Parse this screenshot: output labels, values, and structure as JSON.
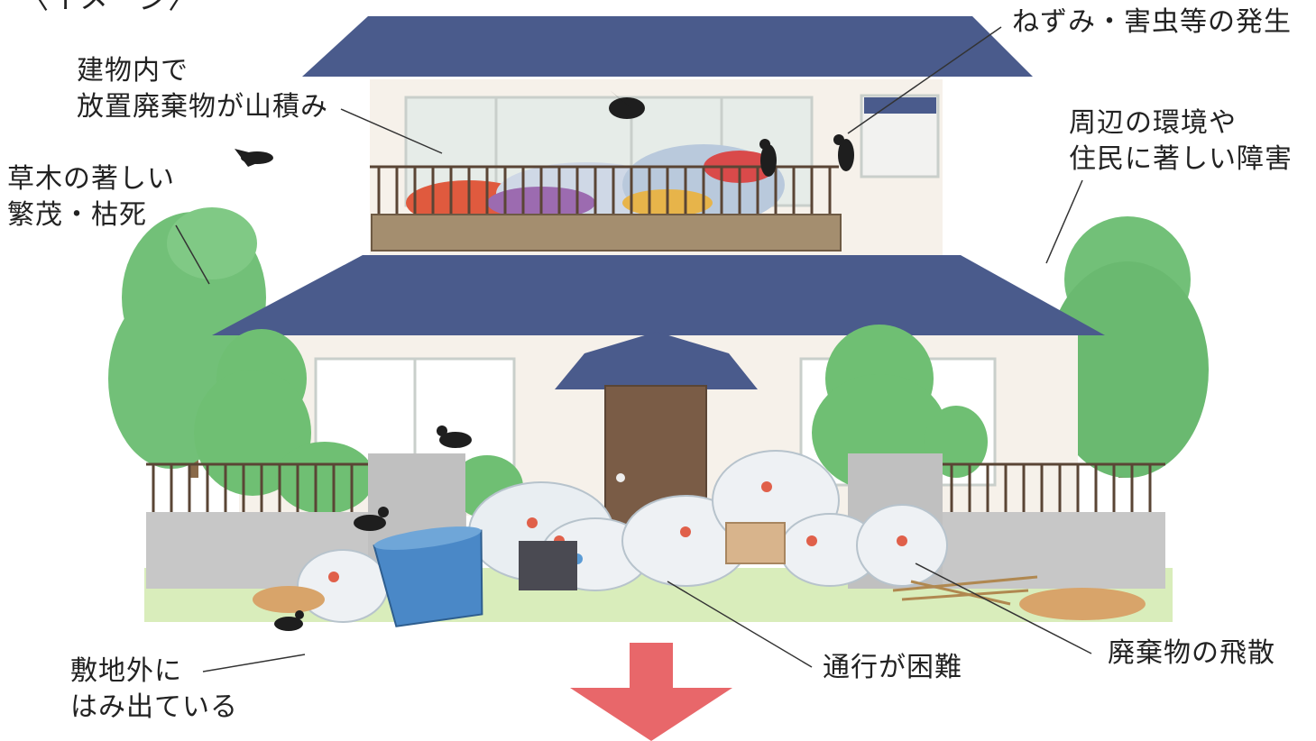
{
  "header": {
    "partial_title": "〈イメージ〉"
  },
  "labels": {
    "pests": "ねずみ・害虫等の発生",
    "waste_inside_1": "建物内で",
    "waste_inside_2": "放置廃棄物が山積み",
    "vegetation_1": "草木の著しい",
    "vegetation_2": "繁茂・枯死",
    "nuisance_1": "周辺の環境や",
    "nuisance_2": "住民に著しい障害",
    "overflow_1": "敷地外に",
    "overflow_2": "はみ出ている",
    "passage": "通行が困難",
    "scatter": "廃棄物の飛散"
  },
  "colors": {
    "roof": "#4a5b8c",
    "wall": "#f6f1ea",
    "tree": "#6fbf73",
    "tree_dark": "#4e9e55",
    "concrete": "#c7c7c7",
    "grass": "#d7ecb8",
    "door": "#7a5c46",
    "arrow": "#e8676a",
    "balcony_panel": "#a48e6f"
  },
  "icons": {
    "crow": "crow-icon",
    "arrow": "down-arrow-icon"
  }
}
